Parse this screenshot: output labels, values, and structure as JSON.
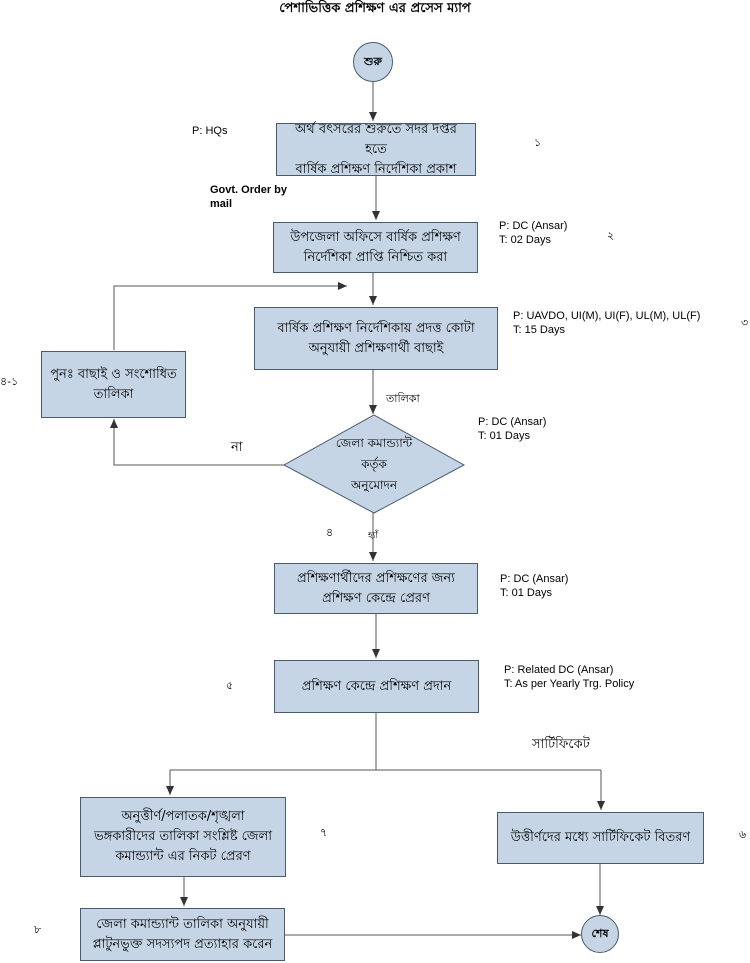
{
  "title": "পেশাভিত্তিক প্রশিক্ষণ এর প্রসেস ম্যাপ",
  "nodes": {
    "start": "শুরু",
    "step1": "অর্থ বৎসরের শুরুতে সদর দপ্তর হতে\nবার্ষিক প্রশিক্ষণ নির্দেশিকা প্রকাশ",
    "step2": "উপজেলা অফিসে বার্ষিক প্রশিক্ষণ\nনির্দেশিকা প্রাপ্তি নিশ্চিত করা",
    "step3": "বার্ষিক প্রশিক্ষণ নির্দেশিকায় প্রদত্ত কোটা\nঅনুযায়ী প্রশিক্ষণার্থী বাছাই",
    "reselect": "পুনঃ  বাছাই ও সংশোধিত\nতালিকা",
    "decision": "জেলা কমান্ড্যান্ট\nকর্তৃক\nঅনুমোদন",
    "step5a": "প্রশিক্ষণার্থীদের প্রশিক্ষণের জন্য\nপ্রশিক্ষণ কেন্দ্রে প্রেরণ",
    "step5b": "প্রশিক্ষণ কেন্দ্রে প্রশিক্ষণ প্রদান",
    "step7": "অনুত্তীর্ণ/পলাতক/শৃঙ্খলা\nভঙ্গকারীদের তালিকা সংশ্লিষ্ট  জেলা\nকমান্ড্যান্ট এর নিকট প্রেরণ",
    "step6": "উত্তীর্ণদের মধ্যে সার্টিফিকেট বিতরণ",
    "step8": "জেলা কমান্ড্যান্ট তালিকা অনুযায়ী\nপ্লাটুনভুক্ত সদস্যপদ প্রত্যাহার করেন",
    "end": "শেষ"
  },
  "notes": {
    "n1": "P: HQs",
    "govt": "Govt.  Order  by\nmail",
    "n2": "P: DC (Ansar)\nT: 02 Days",
    "n3": "P: UAVDO, UI(M), UI(F), UL(M), UL(F)\nT: 15 Days",
    "n4": "P: DC (Ansar)\nT: 01 Days",
    "n5a": "P: DC (Ansar)\nT: 01 Days",
    "n5b": "P: Related DC (Ansar)\nT: As per Yearly Trg. Policy"
  },
  "labels": {
    "list": "তালিকা",
    "no": "না",
    "yes": "হ্যাঁ",
    "certificate": "সার্টিফিকেট"
  },
  "step_numbers": {
    "s1": "১",
    "s2": "২",
    "s3": "৩",
    "s41": "৪-১",
    "s4": "৪",
    "s5": "৫",
    "s6": "৬",
    "s7": "৭",
    "s8": "৮"
  },
  "colors": {
    "box_fill": "#c6d5e6",
    "box_border": "#4a5a6e",
    "line": "#555555"
  }
}
